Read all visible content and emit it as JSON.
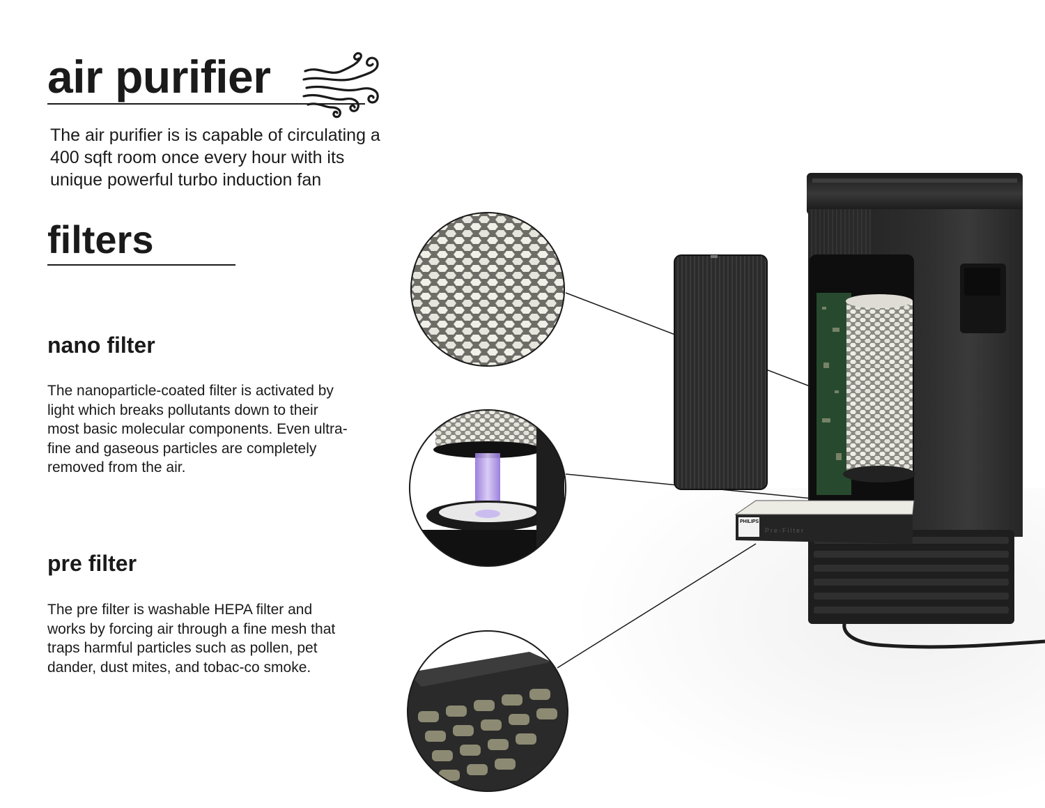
{
  "header": {
    "title": "air purifier",
    "icon": "wind-icon",
    "description": "The air purifier is is capable of circulating a 400 sqft room once every hour with its unique powerful turbo induction fan"
  },
  "filters": {
    "title": "filters",
    "items": [
      {
        "name": "nano filter",
        "description": "The nanoparticle-coated filter is activated by light which breaks pollutants down to their most basic molecular components. Even ultra-fine and gaseous particles are completely removed from the air."
      },
      {
        "name": "pre filter",
        "description": "The pre filter is  washable  HEPA filter and works by forcing air through a fine mesh that traps harmful particles such as pollen, pet dander, dust mites, and tobac-co smoke."
      }
    ]
  },
  "product": {
    "brand": "PHILIPS",
    "tray_text": "Pre-Filter"
  },
  "colors": {
    "text": "#1a1a1a",
    "body": "#2a2a2a",
    "filter_white": "#ecebe4",
    "uv_purple": "#b59de8"
  }
}
